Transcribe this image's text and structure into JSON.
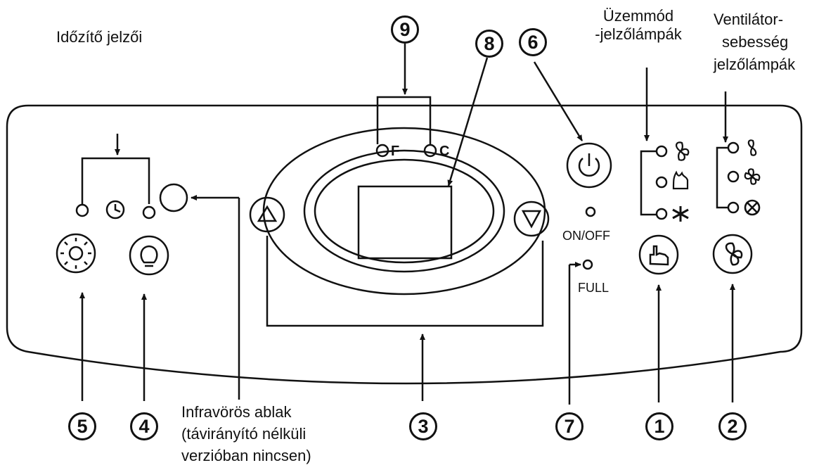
{
  "annotations": {
    "timer_indicators": "Időzítő jelzői",
    "mode_indicators_line1": "Üzemmód",
    "mode_indicators_line2": "-jelzőlámpák",
    "fan_speed_line1": "Ventilátor-",
    "fan_speed_line2": "sebesség",
    "fan_speed_line3": "jelzőlámpák",
    "infrared_line1": "Infravörös ablak",
    "infrared_line2": "(távirányító nélküli",
    "infrared_line3": "verzióban nincsen)"
  },
  "panel_labels": {
    "fahrenheit": "F",
    "celsius": "C",
    "on_off": "ON/OFF",
    "full": "FULL"
  },
  "callouts": [
    "1",
    "2",
    "3",
    "4",
    "5",
    "6",
    "7",
    "8",
    "9"
  ],
  "icons": {
    "timer": "clock-icon",
    "light_button": "light-bulb-bright-icon",
    "bulb_button": "light-bulb-icon",
    "up_button": "triangle-up-icon",
    "down_button": "triangle-down-icon",
    "power_button": "power-icon",
    "mode_button": "hand-press-icon",
    "fan_button": "fan-icon",
    "mode_fan": "fan-icon",
    "mode_heat": "flame-icon",
    "mode_cool": "snowflake-icon",
    "speed_low": "fan-low-icon",
    "speed_mid": "fan-mid-icon",
    "speed_high": "fan-high-icon"
  },
  "colors": {
    "line": "#111111",
    "background": "#ffffff"
  }
}
